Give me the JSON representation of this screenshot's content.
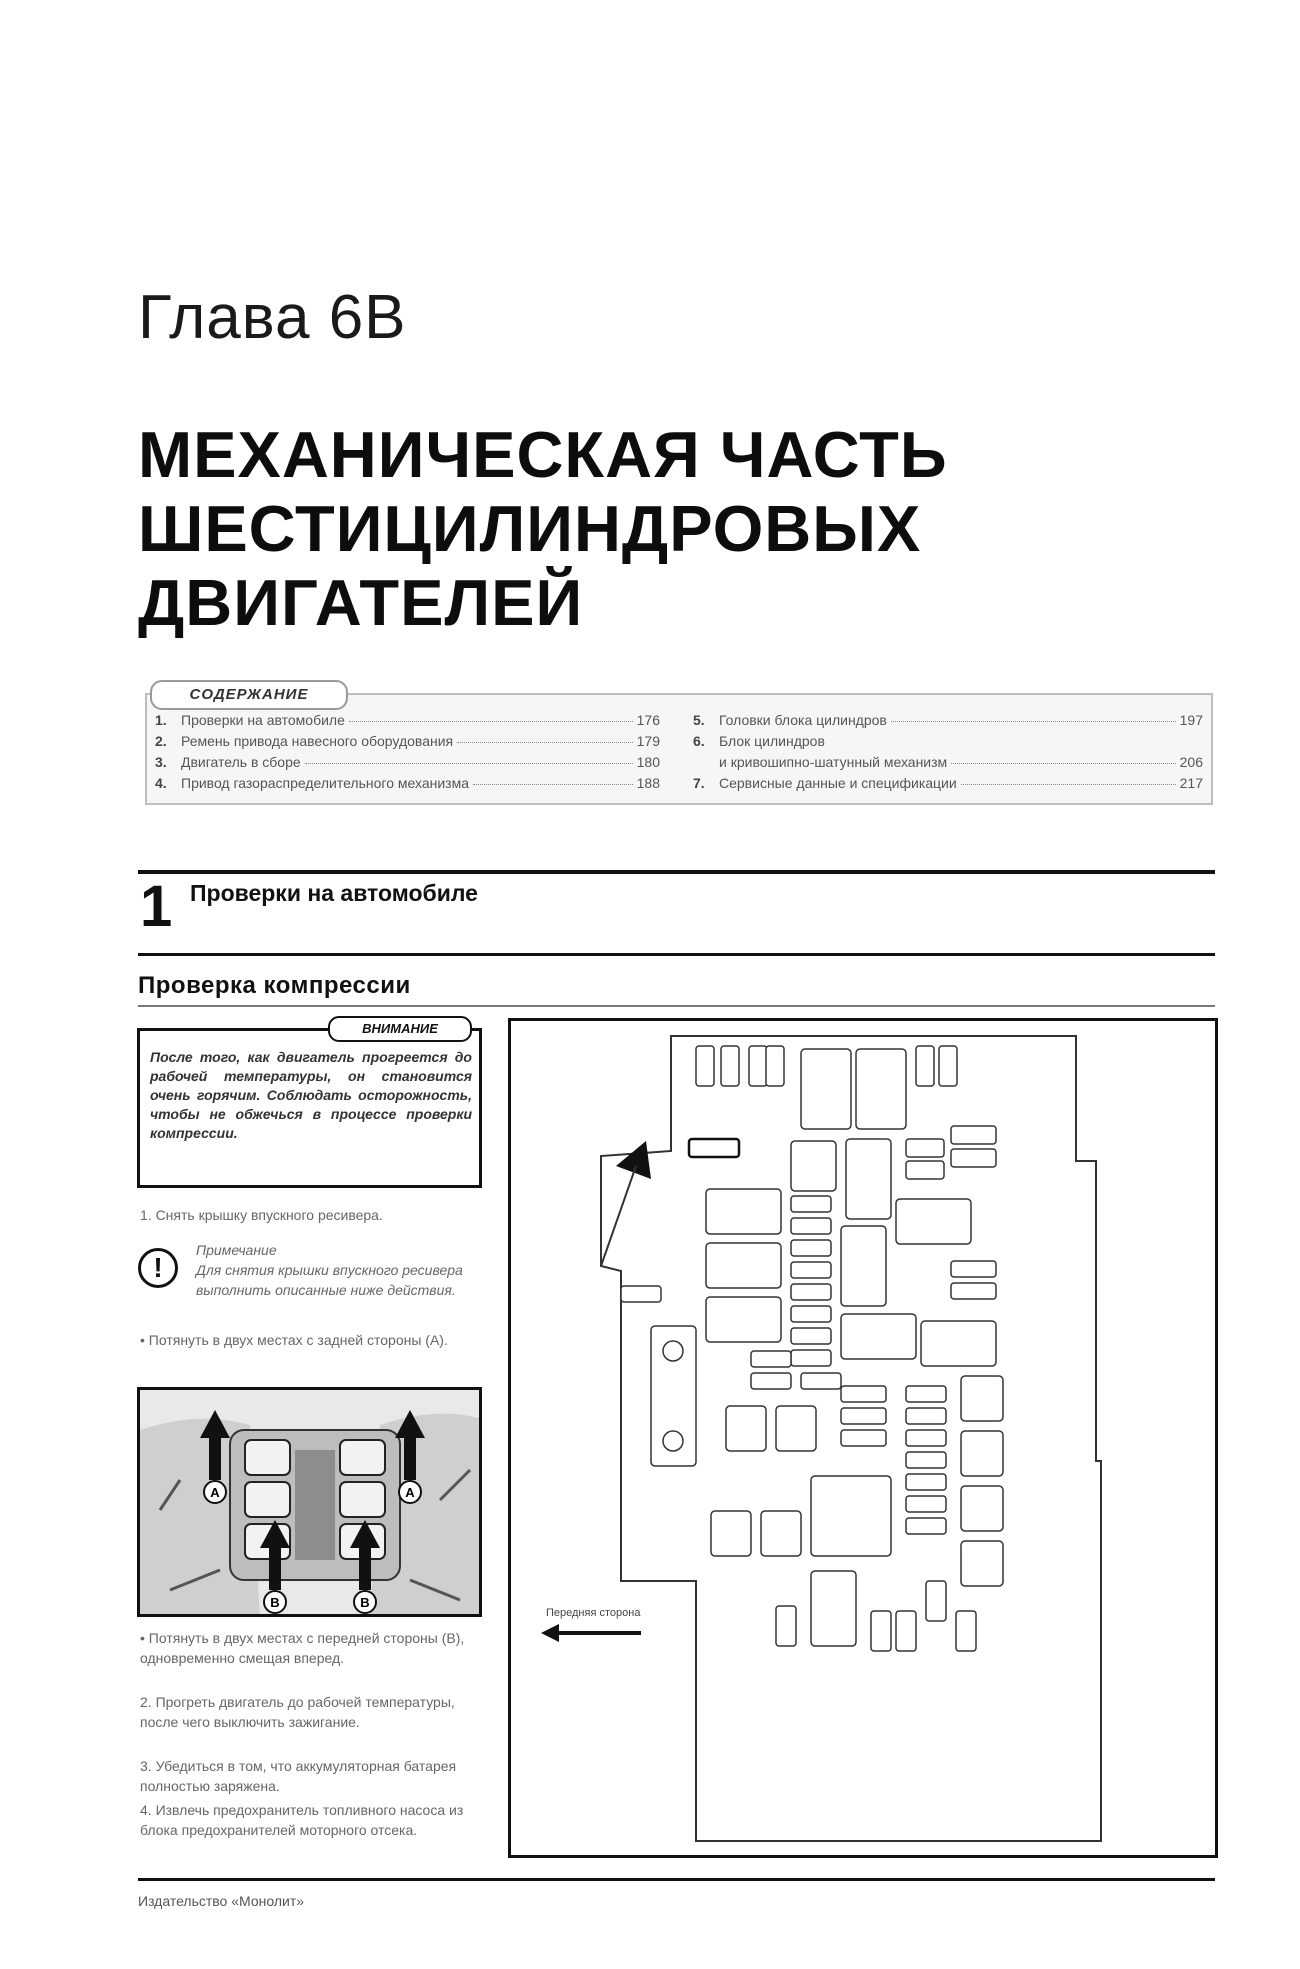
{
  "chapter_label": "Глава 6В",
  "title_lines": [
    "МЕХАНИЧЕСКАЯ ЧАСТЬ",
    "ШЕСТИЦИЛИНДРОВЫХ",
    "ДВИГАТЕЛЕЙ"
  ],
  "toc": {
    "label": "СОДЕРЖАНИЕ",
    "left": [
      {
        "num": "1.",
        "text": "Проверки на автомобиле",
        "page": "176"
      },
      {
        "num": "2.",
        "text": "Ремень привода навесного оборудования",
        "page": "179"
      },
      {
        "num": "3.",
        "text": "Двигатель в сборе",
        "page": "180"
      },
      {
        "num": "4.",
        "text": "Привод газораспределительного механизма",
        "page": "188"
      }
    ],
    "right": [
      {
        "num": "5.",
        "text": "Головки блока цилиндров",
        "page": "197"
      },
      {
        "num": "6.",
        "text": "Блок цилиндров",
        "page": ""
      },
      {
        "num": "",
        "text": "и кривошипно-шатунный механизм",
        "page": "206"
      },
      {
        "num": "7.",
        "text": "Сервисные данные и спецификации",
        "page": "217"
      }
    ]
  },
  "section": {
    "number": "1",
    "title": "Проверки на автомобиле"
  },
  "subsection": "Проверка компрессии",
  "warning": {
    "tag": "ВНИМАНИЕ",
    "text": "После того, как двигатель прогреется до рабочей температуры, он становится очень горячим. Соблюдать осторожность, чтобы не обжечься в процессе проверки компрессии."
  },
  "step1": "1. Снять крышку впускного ресивера.",
  "note": {
    "label": "Примечание",
    "text": "Для снятия крышки впускного ресивера выполнить описанные ниже действия."
  },
  "bullet1": "• Потянуть в двух местах с задней стороны (A).",
  "bullet2": "• Потянуть в двух местах с передней стороны (B), одновременно смещая вперед.",
  "step2": "2. Прогреть двигатель до рабочей температуры, после чего выключить зажигание.",
  "step3": "3. Убедиться в том, что аккумуляторная батарея полностью заряжена.",
  "step4": "4. Извлечь предохранитель топливного насоса из блока предохранителей моторного отсека.",
  "photo_labels": {
    "a": "A",
    "b": "B"
  },
  "diagram_label": "Передняя сторона",
  "footer": "Издательство «Монолит»"
}
